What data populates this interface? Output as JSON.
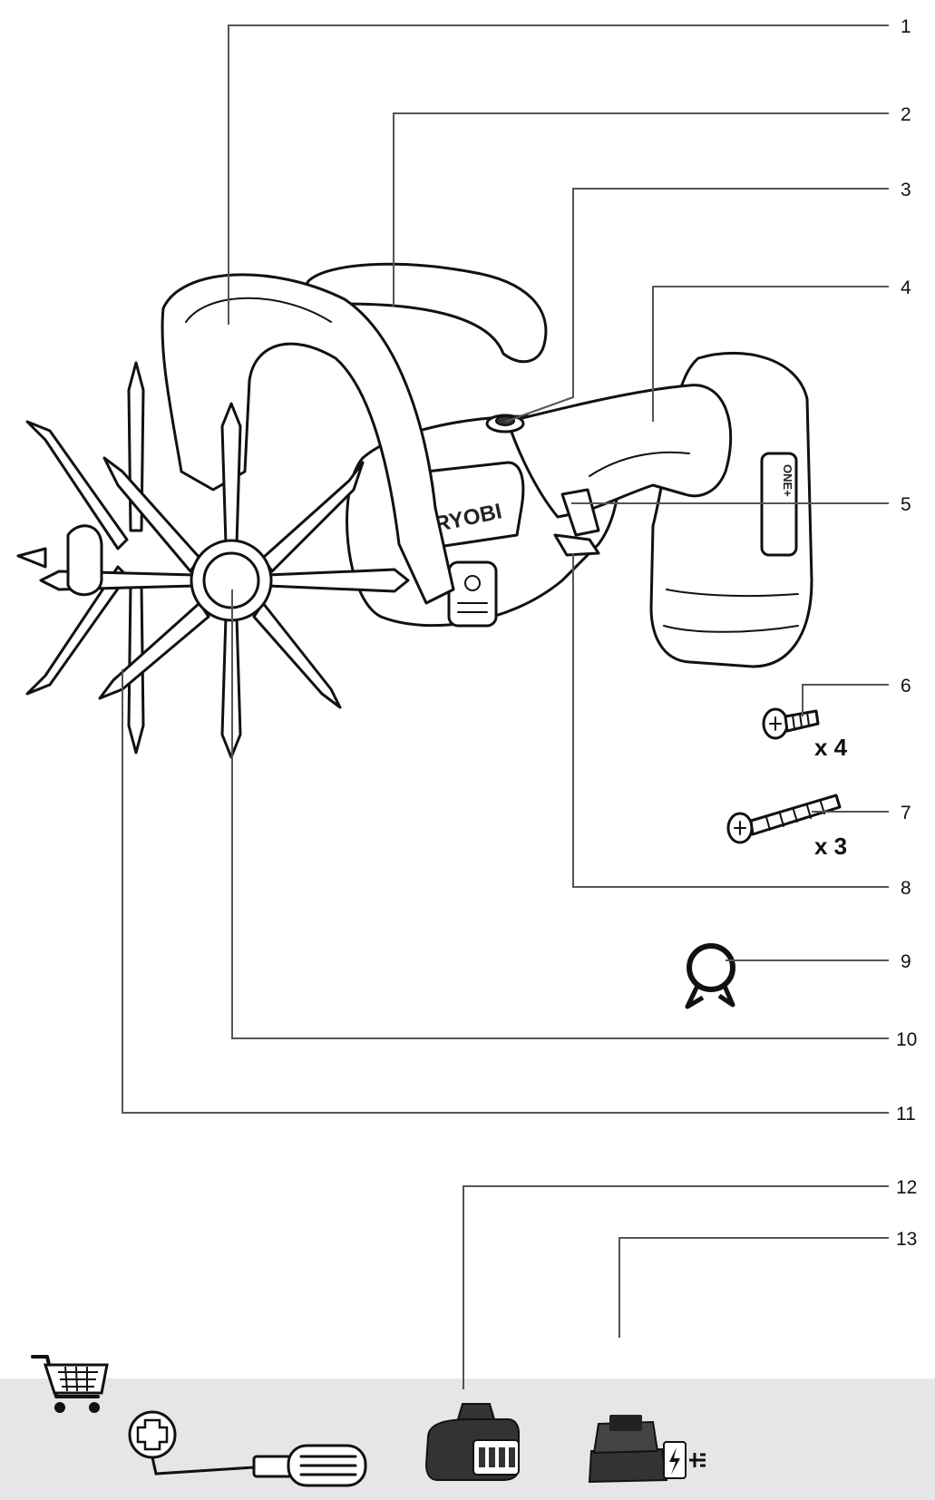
{
  "diagram": {
    "brand_logo": "RYOBI",
    "switch_label": "ONE+",
    "callouts": [
      "1",
      "2",
      "3",
      "4",
      "5",
      "6",
      "7",
      "8",
      "9",
      "10",
      "11",
      "12",
      "13"
    ],
    "quantities": {
      "screw_short": "x 4",
      "screw_long": "x 3"
    },
    "icons": [
      "shopping-cart-icon",
      "phillips-screwdriver-icon",
      "battery-pack-icon",
      "battery-charger-icon"
    ],
    "colors": {
      "line": "#111111",
      "leader": "#555555",
      "footer_band": "#e6e6e6"
    }
  }
}
